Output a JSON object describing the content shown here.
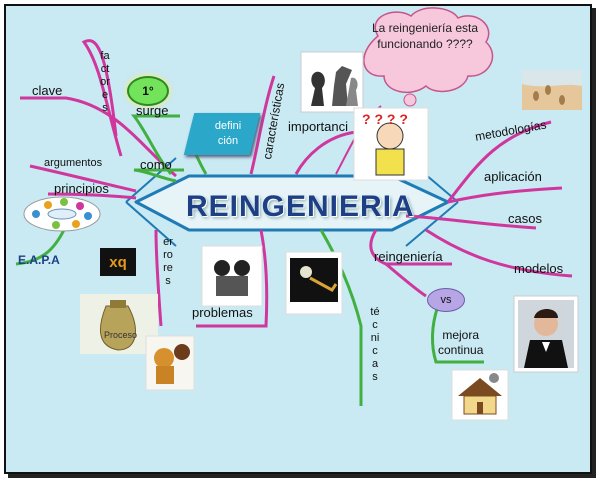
{
  "title": "REINGENIERIA",
  "cloud_text": "La reingeniería esta funcionando ????",
  "labels": {
    "clave": "clave",
    "factores": "factores",
    "first": "1°",
    "surge": "surge",
    "definicion_1": "defini",
    "definicion_2": "ción",
    "caracteristicas": "características",
    "importancia": "importanci",
    "argumentos": "argumentos",
    "como": "como",
    "principios": "principios",
    "eapa": "E.A.P.A",
    "xq": "xq",
    "errores": "errores",
    "problemas": "problemas",
    "reingenieria": "reingeniería",
    "vs": "vs",
    "mejora_1": "mejora",
    "mejora_2": "continua",
    "tecnicas": "técnicas",
    "metodologias": "metodologías",
    "aplicacion": "aplicación",
    "casos": "casos",
    "modelos": "modelos",
    "proceso": "Proceso"
  },
  "colors": {
    "background": "#c9e9f3",
    "title": "#1d3f86",
    "branch_magenta": "#d0379d",
    "branch_green": "#41b040",
    "arrow_outline": "#1f7bb5"
  },
  "icons": [
    "chess-pieces-picture",
    "confused-person-picture",
    "sand-footprints-picture",
    "process-cycle-diagram",
    "money-bag-picture",
    "lion-ringmaster-picture",
    "problems-cartoon-picture",
    "skeleton-trumpet-picture",
    "actor-portrait-picture",
    "house-picture"
  ]
}
